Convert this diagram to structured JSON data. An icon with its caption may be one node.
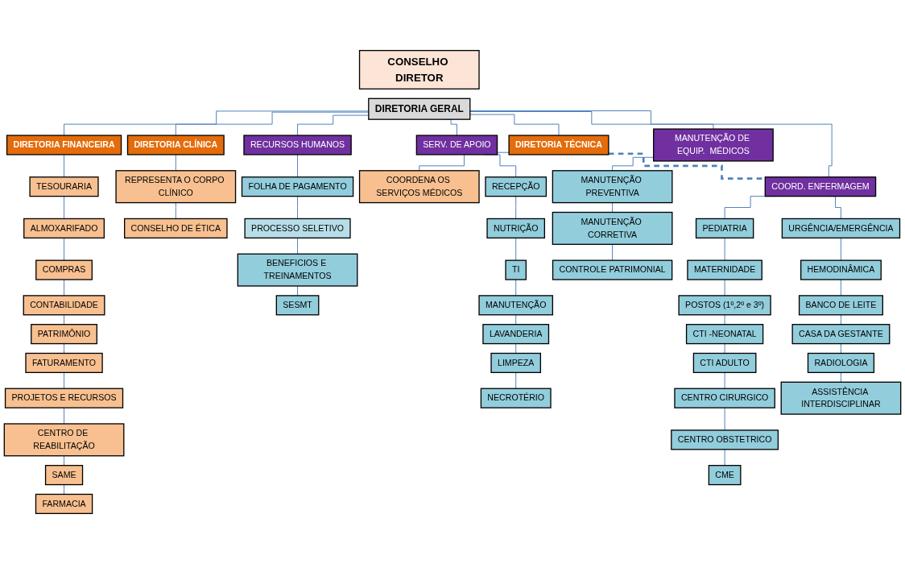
{
  "diagram": {
    "nodes": [
      {
        "text": [
          "CONSELHO DIRETOR"
        ]
      },
      {
        "text": [
          "DIRETORIA GERAL"
        ]
      },
      {
        "text": [
          "DIRETORIA FINANCEIRA"
        ]
      },
      {
        "text": [
          "DIRETORIA CLÍNICA"
        ]
      },
      {
        "text": [
          "DIRETORIA TÉCNICA"
        ]
      },
      {
        "text": [
          "RECURSOS HUMANOS"
        ]
      },
      {
        "text": [
          "SERV. DE APOIO"
        ]
      },
      {
        "text": [
          "MANUTENÇÃO DE EQUIP.  MÉDICOS"
        ]
      },
      {
        "text": [
          "COORD. ENFERMAGEM"
        ]
      },
      {
        "text": [
          "TESOURARIA"
        ]
      },
      {
        "text": [
          "ALMOXARIFADO"
        ]
      },
      {
        "text": [
          "COMPRAS"
        ]
      },
      {
        "text": [
          "CONTABILIDADE"
        ]
      },
      {
        "text": [
          "PATRIMÔNIO"
        ]
      },
      {
        "text": [
          "FATURAMENTO"
        ]
      },
      {
        "text": [
          "PROJETOS E RECURSOS"
        ]
      },
      {
        "text": [
          "CENTRO DE REABILITAÇÃO"
        ]
      },
      {
        "text": [
          "SAME"
        ]
      },
      {
        "text": [
          "FARMACIA"
        ]
      },
      {
        "text": [
          "REPRESENTA O CORPO CLÍNICO"
        ]
      },
      {
        "text": [
          "CONSELHO DE ÉTICA"
        ]
      },
      {
        "text": [
          "COORDENA OS SERVIÇOS MÉDICOS"
        ]
      },
      {
        "text": [
          "FOLHA DE PAGAMENTO"
        ]
      },
      {
        "text": [
          "PROCESSO SELETIVO"
        ]
      },
      {
        "text": [
          "BENEFICIOS E TREINAMENTOS"
        ]
      },
      {
        "text": [
          "SESMT"
        ]
      },
      {
        "text": [
          "RECEPÇÃO"
        ]
      },
      {
        "text": [
          "NUTRIÇÃO"
        ]
      },
      {
        "text": [
          "TI"
        ]
      },
      {
        "text": [
          "MANUTENÇÃO"
        ]
      },
      {
        "text": [
          "LAVANDERIA"
        ]
      },
      {
        "text": [
          "LIMPEZA"
        ]
      },
      {
        "text": [
          "NECROTÉRIO"
        ]
      },
      {
        "text": [
          "MANUTENÇÃO PREVENTIVA"
        ]
      },
      {
        "text": [
          "MANUTENÇÃO CORRETIVA"
        ]
      },
      {
        "text": [
          "CONTROLE PATRIMONIAL"
        ]
      },
      {
        "text": [
          "PEDIATRIA"
        ]
      },
      {
        "text": [
          "MATERNIDADE"
        ]
      },
      {
        "text": [
          "POSTOS (1º,2º e 3º)"
        ]
      },
      {
        "text": [
          "CTI -NEONATAL"
        ]
      },
      {
        "text": [
          "CTI ADULTO"
        ]
      },
      {
        "text": [
          "CENTRO CIRURGICO"
        ]
      },
      {
        "text": [
          "CENTRO OBSTETRICO"
        ]
      },
      {
        "text": [
          "CME"
        ]
      },
      {
        "text": [
          "URGÊNCIA/EMERGÊNCIA"
        ]
      },
      {
        "text": [
          "HEMODINÂMICA"
        ]
      },
      {
        "text": [
          "BANCO DE LEITE"
        ]
      },
      {
        "text": [
          "CASA DA GESTANTE"
        ]
      },
      {
        "text": [
          "RADIOLOGIA"
        ]
      },
      {
        "text": [
          "ASSISTÊNCIA INTERDISCIPLINAR"
        ]
      }
    ],
    "edges": [
      {
        "from": 1,
        "to": 2,
        "arrow": "none"
      },
      {
        "from": 1,
        "to": 3,
        "arrow": "none"
      },
      {
        "from": 1,
        "to": 4,
        "arrow": "none"
      },
      {
        "from": 1,
        "to": 5,
        "arrow": "none"
      },
      {
        "from": 1,
        "to": 6,
        "arrow": "none"
      },
      {
        "from": 1,
        "to": 7,
        "arrow": "none"
      },
      {
        "from": 1,
        "to": 8,
        "arrow": "none"
      },
      {
        "from": 4,
        "to": 8,
        "arrow": "none",
        "style": "dashed"
      },
      {
        "from": 2,
        "to": 9,
        "arrow": "none"
      },
      {
        "from": 9,
        "to": 10,
        "arrow": "none"
      },
      {
        "from": 10,
        "to": 11,
        "arrow": "none"
      },
      {
        "from": 11,
        "to": 12,
        "arrow": "none"
      },
      {
        "from": 12,
        "to": 13,
        "arrow": "none"
      },
      {
        "from": 13,
        "to": 14,
        "arrow": "none"
      },
      {
        "from": 14,
        "to": 15,
        "arrow": "none"
      },
      {
        "from": 15,
        "to": 16,
        "arrow": "none"
      },
      {
        "from": 16,
        "to": 17,
        "arrow": "none"
      },
      {
        "from": 17,
        "to": 18,
        "arrow": "none"
      },
      {
        "from": 3,
        "to": 19,
        "arrow": "none"
      },
      {
        "from": 19,
        "to": 20,
        "arrow": "none"
      },
      {
        "from": 4,
        "to": 21,
        "arrow": "none"
      },
      {
        "from": 5,
        "to": 22,
        "arrow": "none"
      },
      {
        "from": 22,
        "to": 23,
        "arrow": "none"
      },
      {
        "from": 23,
        "to": 24,
        "arrow": "none"
      },
      {
        "from": 24,
        "to": 25,
        "arrow": "none"
      },
      {
        "from": 6,
        "to": 26,
        "arrow": "none"
      },
      {
        "from": 26,
        "to": 27,
        "arrow": "none"
      },
      {
        "from": 27,
        "to": 28,
        "arrow": "none"
      },
      {
        "from": 28,
        "to": 29,
        "arrow": "none"
      },
      {
        "from": 29,
        "to": 30,
        "arrow": "none"
      },
      {
        "from": 30,
        "to": 31,
        "arrow": "none"
      },
      {
        "from": 31,
        "to": 32,
        "arrow": "none"
      },
      {
        "from": 7,
        "to": 33,
        "arrow": "none"
      },
      {
        "from": 33,
        "to": 34,
        "arrow": "none"
      },
      {
        "from": 34,
        "to": 35,
        "arrow": "none"
      },
      {
        "from": 8,
        "to": 36,
        "arrow": "none"
      },
      {
        "from": 36,
        "to": 37,
        "arrow": "none"
      },
      {
        "from": 37,
        "to": 38,
        "arrow": "none"
      },
      {
        "from": 38,
        "to": 39,
        "arrow": "none"
      },
      {
        "from": 39,
        "to": 40,
        "arrow": "none"
      },
      {
        "from": 40,
        "to": 41,
        "arrow": "none"
      },
      {
        "from": 41,
        "to": 42,
        "arrow": "none"
      },
      {
        "from": 42,
        "to": 43,
        "arrow": "none"
      },
      {
        "from": 8,
        "to": 44,
        "arrow": "none"
      },
      {
        "from": 44,
        "to": 45,
        "arrow": "none"
      },
      {
        "from": 45,
        "to": 46,
        "arrow": "none"
      },
      {
        "from": 46,
        "to": 47,
        "arrow": "none"
      },
      {
        "from": 47,
        "to": 48,
        "arrow": "none"
      },
      {
        "from": 48,
        "to": 49,
        "arrow": "none"
      }
    ]
  }
}
